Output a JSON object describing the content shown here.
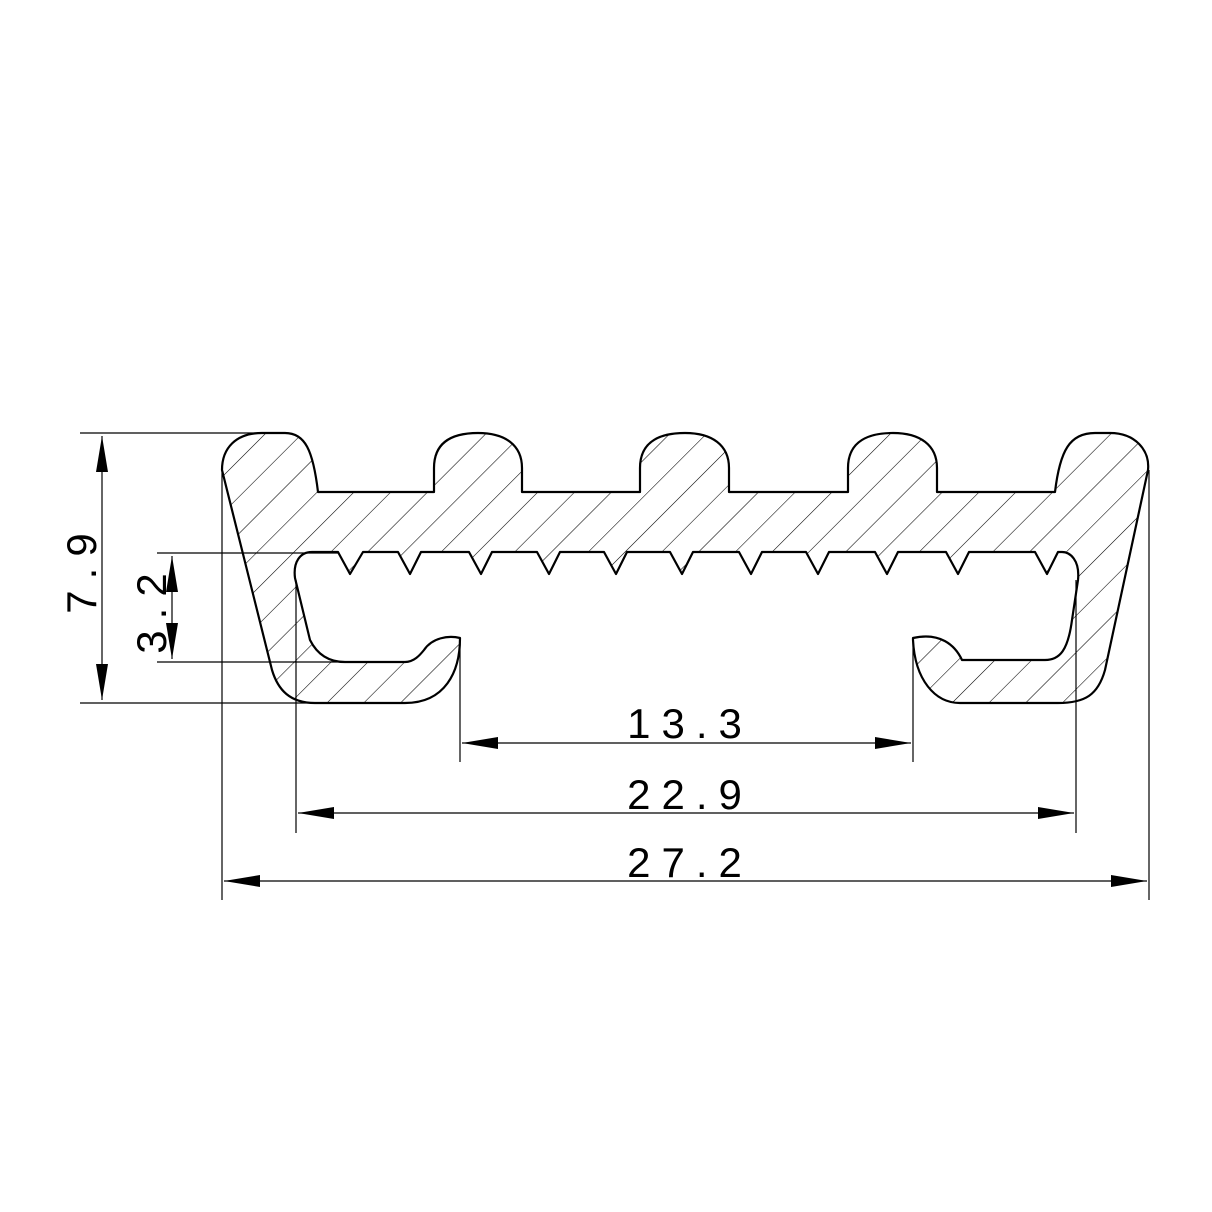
{
  "drawing": {
    "line_color": "#000000",
    "hatch_color": "#000000",
    "background": "#ffffff"
  },
  "dimensions": {
    "overall_width": "27.2",
    "inner_width": "22.9",
    "opening_width": "13.3",
    "overall_height": "7.9",
    "lip_height": "3.2"
  }
}
